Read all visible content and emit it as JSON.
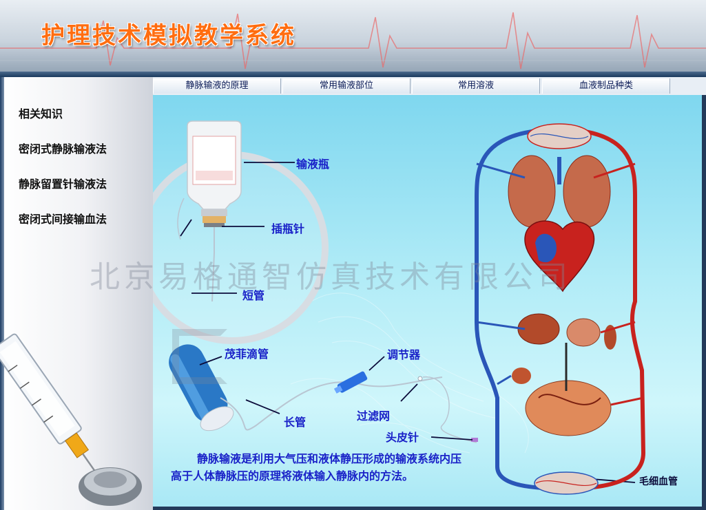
{
  "header": {
    "title": "护理技术模拟教学系统"
  },
  "sidebar": {
    "items": [
      {
        "label": "相关知识"
      },
      {
        "label": "密闭式静脉输液法"
      },
      {
        "label": "静脉留置针输液法"
      },
      {
        "label": "密闭式间接输血法"
      }
    ]
  },
  "tabs": [
    {
      "label": "静脉输液的原理"
    },
    {
      "label": "常用输液部位"
    },
    {
      "label": "常用溶液"
    },
    {
      "label": "血液制品种类"
    }
  ],
  "figure": {
    "labels": {
      "bottle": "输液瓶",
      "needle_insert": "插瓶针",
      "short_tube": "短管",
      "drip_chamber": "茂菲滴管",
      "long_tube": "长管",
      "regulator": "调节器",
      "filter": "过滤网",
      "scalp_needle": "头皮针",
      "capillary": "毛细血管"
    },
    "description": "静脉输液是利用大气压和液体静压形成的输液系统内压高于人体静脉压的原理将液体输入静脉内的方法。"
  },
  "watermark": "北京易格通智仿真技术有限公司",
  "colors": {
    "title": "#ff6d10",
    "label": "#1a22c8",
    "tab_text": "#0b1b57",
    "artery": "#c8221e",
    "vein": "#2a56b8"
  }
}
